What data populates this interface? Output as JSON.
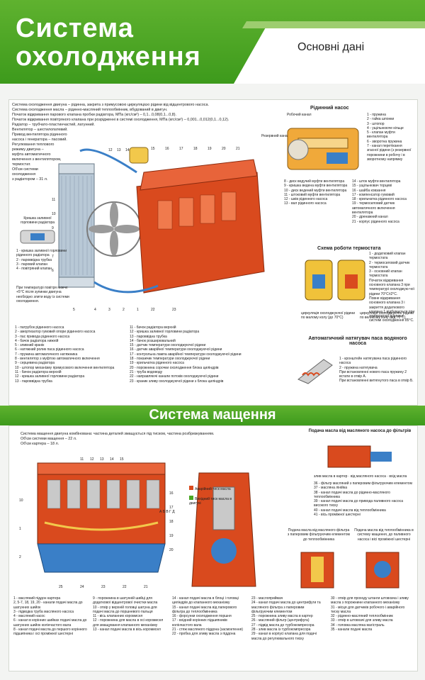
{
  "header": {
    "title_line1": "Система",
    "title_line2": "охолодження",
    "subtitle": "Основні дані"
  },
  "cooling": {
    "intro": [
      "Система охолодження двигуна – рідинна, закрита з примусовою циркуляцією рідини від відцентрового насоса.",
      "Система охолодження масла – рідинно-масляний теплообмінник, вбудований в двигун.",
      "Початок відкривання парового клапана пробки радіатора, МПа (кгс/см²) – 0,1...0,08(0,1...0,8).",
      "Початок відкривання повітряного клапана при розрідженні в системі охолодження, МПа (кгс/см²) – 0,001...0,012(0,1...0,12).",
      "Радіатор – трубчато-пластинчастий, латунний.",
      "Вентилятор – шестилопатевий.",
      "Привод вентилятора рідинного",
      "насоса і генератора – пасовий.",
      "Регулювання теплового",
      "режиму двигуна –",
      "муфта автоматичного",
      "включення з вентилятором,",
      "термостат.",
      "Об'єм системи",
      "охолодження",
      "з радіатором – 31 л."
    ],
    "pump_title": "Рідинний насос",
    "pump_labels": [
      "Робочий канал",
      "Резервний канал"
    ],
    "pump_legend_right": [
      "1 - пружина",
      "2 - гайка шпонки",
      "3 - штопор",
      "4 - ущільнююче кільце",
      "5 - клапан муфти вентилятора",
      "6 - зворотна пружина",
      "7 - канал перетікання",
      "згасної рідини (з резервної порожнини в робочу і в зворотному напрямку"
    ],
    "pump_legend_a": [
      "8 - диск ведучий муфти вентилятора",
      "9 - кришка ведена муфти вентилятора",
      "10 - диск ведений муфти вентилятора",
      "11 - штоковий муфти вентилятора",
      "12 - шків рідинного насоса",
      "13 - вал рідинного насоса"
    ],
    "pump_legend_b": [
      "14 - шток муфти вентилятора",
      "15 - ущільнювач торцеві",
      "16 - шайба ковзання",
      "17 - компенсатор гумовий",
      "18 - крильчатка рідинного насоса",
      "19 - термосиловий датчик автоматичного включення вентилятора",
      "20 - дренажний канал",
      "21 - корпус рідинного насоса"
    ],
    "cap_caption": "Кришка заливної горловини радіатора",
    "cap_legend": [
      "1 - кришка заливної горловини рідинного радіатора",
      "2 - пароввідна трубка",
      "3 - паровий клапан",
      "4 - повітряний клапан"
    ],
    "cap_note": "При температурі повітря нижче +5°С після зупинки двигуна необхідно злити воду із системи охолодження.",
    "thermo_title": "Схема роботи термостата",
    "thermo_legend": [
      "1 - додатковий клапан термостата",
      "2 - термосиловий датчик термостата",
      "3 - основний клапан термостата",
      "Початок відкривання основного клапана 3 при температурі охолоджую-чої рідини 70°С±2°С.",
      "Повне відкривання основного клапана 3 і закриття додаткового клапана 1 відбувається при температурі рідини в системі охолодження 85°С."
    ],
    "thermo_captions": [
      "циркуляція охолоджуючої рідини по малому колу (до 70°С)",
      "циркуляція охолоджуючої рідини по великому колу (від 70°С)"
    ],
    "tensioner_title": "Автоматичний натягувач паса водяного насоса",
    "tensioner_legend": [
      "1 - кронштейн натягувача паса рідинного насоса",
      "2 - пружина натягувача",
      "При встановленні нового паса пружину 2 встати в отвір А.",
      "При встановленні витягнутого паса в отвір Б."
    ],
    "legend_left": [
      "1 - патрубок рідинного насоса",
      "2 - амортизатор гумовий опори рідинного насоса",
      "3 - пас привода рідинного насоса",
      "4 - бачок радіатора нижній",
      "5 - зливний кранік",
      "6 - натяжний ролик паса рідинного насоса",
      "7 - пружина автоматичного натяжника",
      "8 - вентилятор з муфтою автоматичного включення",
      "9 - серцевина радіатора",
      "10 - штопор механізму примусового включення вентилятора",
      "11 - бачок радіатора верхній",
      "12 - кришка заливної горловини радіатора",
      "13 - пароввідна трубка"
    ],
    "legend_right": [
      "11 - бачок радіатора верхній",
      "12 - кришка заливної горловини радіатора",
      "13 - пароввідна трубка",
      "14 - бачок розширювальний",
      "15 - датчик температури охолоджуючої рідини",
      "16 - датчик аварійної температури охолоджуючої рідини",
      "17 - контрольна лампа аварійної температури охолоджуючої рідини",
      "18 - покажчик температури охолоджуючої рідини",
      "19 - крильчатка рідинного насоса",
      "20 - порожнина сорочки охолодження блока циліндрів",
      "21 - труба водоводу",
      "22 - направляючі канали потоків охолоджуючої рідини",
      "23 - краник зливу охолоджуючої рідини з блока циліндрів"
    ]
  },
  "lube": {
    "banner": "Система мащення",
    "intro": [
      "Система мащення двигуна комбінована: частина деталей змащується під тиском, частина розбризкуванням.",
      "Об'єм системи мащення – 22 л.",
      "Об'єм картера – 18 л."
    ],
    "oil_feed_title": "Подача масла від масляного насоса до фільтрів",
    "oil_feed_labels": [
      "злив масла в картер",
      "від масляного насоса",
      "вхід масла"
    ],
    "oil_feed_legend": [
      "36 - фільтр масляний з паперовим фільтруючим елементом",
      "37 - масляна лінійка",
      "38 - канал подачі масла до рідинно-масляного теплообмінника",
      "39 - канал подачі масла до привода паливного насоса високого тиску",
      "40 - канал подачі масла від теплообмінника",
      "41 - вісь проміжної шестерні"
    ],
    "warnings": [
      "Аварійний тиск масла",
      "Вихідний тиск масла в двигуні"
    ],
    "filter_caption": "Подача масла від масляного фільтра з паперовим фільтруючим елементом до теплообмінника",
    "exchanger_caption": "Подача масла від теплообмінника в систему мащення, до паливного насоса і вісі проміжної шестерні",
    "legend_col1": [
      "1 - масляний піддон картера",
      "2, 5-7, 18, 19, 20 - канали подачі масла до шатунних шийок",
      "3 - підводка труба масляного насоса",
      "4 - масляний насос",
      "6 - канал в корінних шийках подачі масла до шатунних шийок колінчастого вала",
      "8 - канал подачі масла до першого корінного підшипника і осі проміжної шестерні"
    ],
    "legend_col2": [
      "9 - порожнина в шатунній шийці для додаткової відцентрової очистки масла",
      "10 - отвір у верхній головці шатуна для подачі масла до поршневого пальця",
      "11 - вісь клапанних коромисел",
      "12 - порожнина для масла в осі коромисел для змащування клапанного механізму",
      "13 - канал подачі масла в вісь коромисел"
    ],
    "legend_col3": [
      "14 - канал подачі масла в блоці і головці циліндрів до клапанного механізму",
      "15 - канал подачі масла від паперового фільтра до теплообмінника",
      "16 - форсунки охолодження поршня",
      "17 - вхідний корінних підшипників колінчастого вала",
      "21 - стяж масляного піддона (засмоктення)",
      "22 - пробка для зливу масла з піддона"
    ],
    "legend_col4": [
      "23 - маслоприймач",
      "24 - канал подачі масла до центрифуги та масляного фільтра з паперовим фільтруючим елементом",
      "25 - порожнина зливу масла в картер",
      "26 - масляний фільтр (центрифуга)",
      "27 - підвід масла до турбокомпресора",
      "28 - злив масла із турбокомпресора",
      "29 - канал в корпусі клапана для подачі масла до регулювального тиску"
    ],
    "legend_col5": [
      "30 - отвір для проходу штанги штовхача і зливу масла з порожнини клапанного механізму",
      "31 - місця для датчиків робочого і аварійного тиску масла",
      "32 - рідинно-масляний теплообмінник",
      "33 - отвір в штовхачі для зливу масла",
      "34 - головка масляна магістраль",
      "35 - канали подачі масла"
    ],
    "letters": [
      "А",
      "Б",
      "В",
      "Г",
      "Д"
    ]
  },
  "colors": {
    "green": "#4aa624",
    "engine": "#d94a1e",
    "blue": "#3a7fc7"
  }
}
